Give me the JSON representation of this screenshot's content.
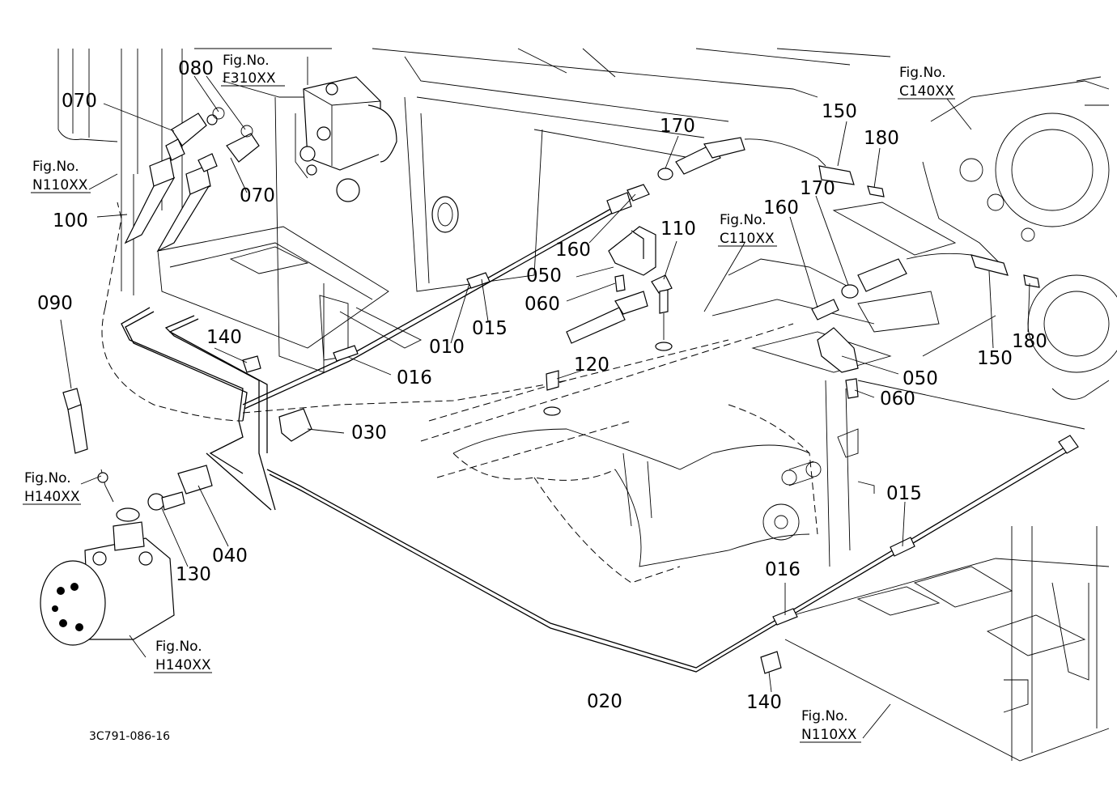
{
  "figure_code": "3C791-086-16",
  "part_labels": [
    {
      "id": "p070a",
      "text": "070"
    },
    {
      "id": "p080",
      "text": "080"
    },
    {
      "id": "p070b",
      "text": "070"
    },
    {
      "id": "p100",
      "text": "100"
    },
    {
      "id": "p090",
      "text": "090"
    },
    {
      "id": "p140a",
      "text": "140"
    },
    {
      "id": "p016a",
      "text": "016"
    },
    {
      "id": "p010",
      "text": "010"
    },
    {
      "id": "p015a",
      "text": "015"
    },
    {
      "id": "p030",
      "text": "030"
    },
    {
      "id": "p040",
      "text": "040"
    },
    {
      "id": "p130",
      "text": "130"
    },
    {
      "id": "p160a",
      "text": "160"
    },
    {
      "id": "p170a",
      "text": "170"
    },
    {
      "id": "p050a",
      "text": "050"
    },
    {
      "id": "p060a",
      "text": "060"
    },
    {
      "id": "p110",
      "text": "110"
    },
    {
      "id": "p120",
      "text": "120"
    },
    {
      "id": "p150a",
      "text": "150"
    },
    {
      "id": "p180a",
      "text": "180"
    },
    {
      "id": "p160b",
      "text": "160"
    },
    {
      "id": "p170b",
      "text": "170"
    },
    {
      "id": "p150b",
      "text": "150"
    },
    {
      "id": "p180b",
      "text": "180"
    },
    {
      "id": "p050b",
      "text": "050"
    },
    {
      "id": "p060b",
      "text": "060"
    },
    {
      "id": "p015b",
      "text": "015"
    },
    {
      "id": "p016b",
      "text": "016"
    },
    {
      "id": "p020",
      "text": "020"
    },
    {
      "id": "p140b",
      "text": "140"
    }
  ],
  "figure_refs": [
    {
      "id": "f310",
      "title": "Fig.No.",
      "code": "F310XX"
    },
    {
      "id": "n110a",
      "title": "Fig.No.",
      "code": "N110XX"
    },
    {
      "id": "h140a",
      "title": "Fig.No.",
      "code": "H140XX"
    },
    {
      "id": "h140b",
      "title": "Fig.No.",
      "code": "H140XX"
    },
    {
      "id": "c140",
      "title": "Fig.No.",
      "code": "C140XX"
    },
    {
      "id": "c110",
      "title": "Fig.No.",
      "code": "C110XX"
    },
    {
      "id": "n110b",
      "title": "Fig.No.",
      "code": "N110XX"
    }
  ]
}
